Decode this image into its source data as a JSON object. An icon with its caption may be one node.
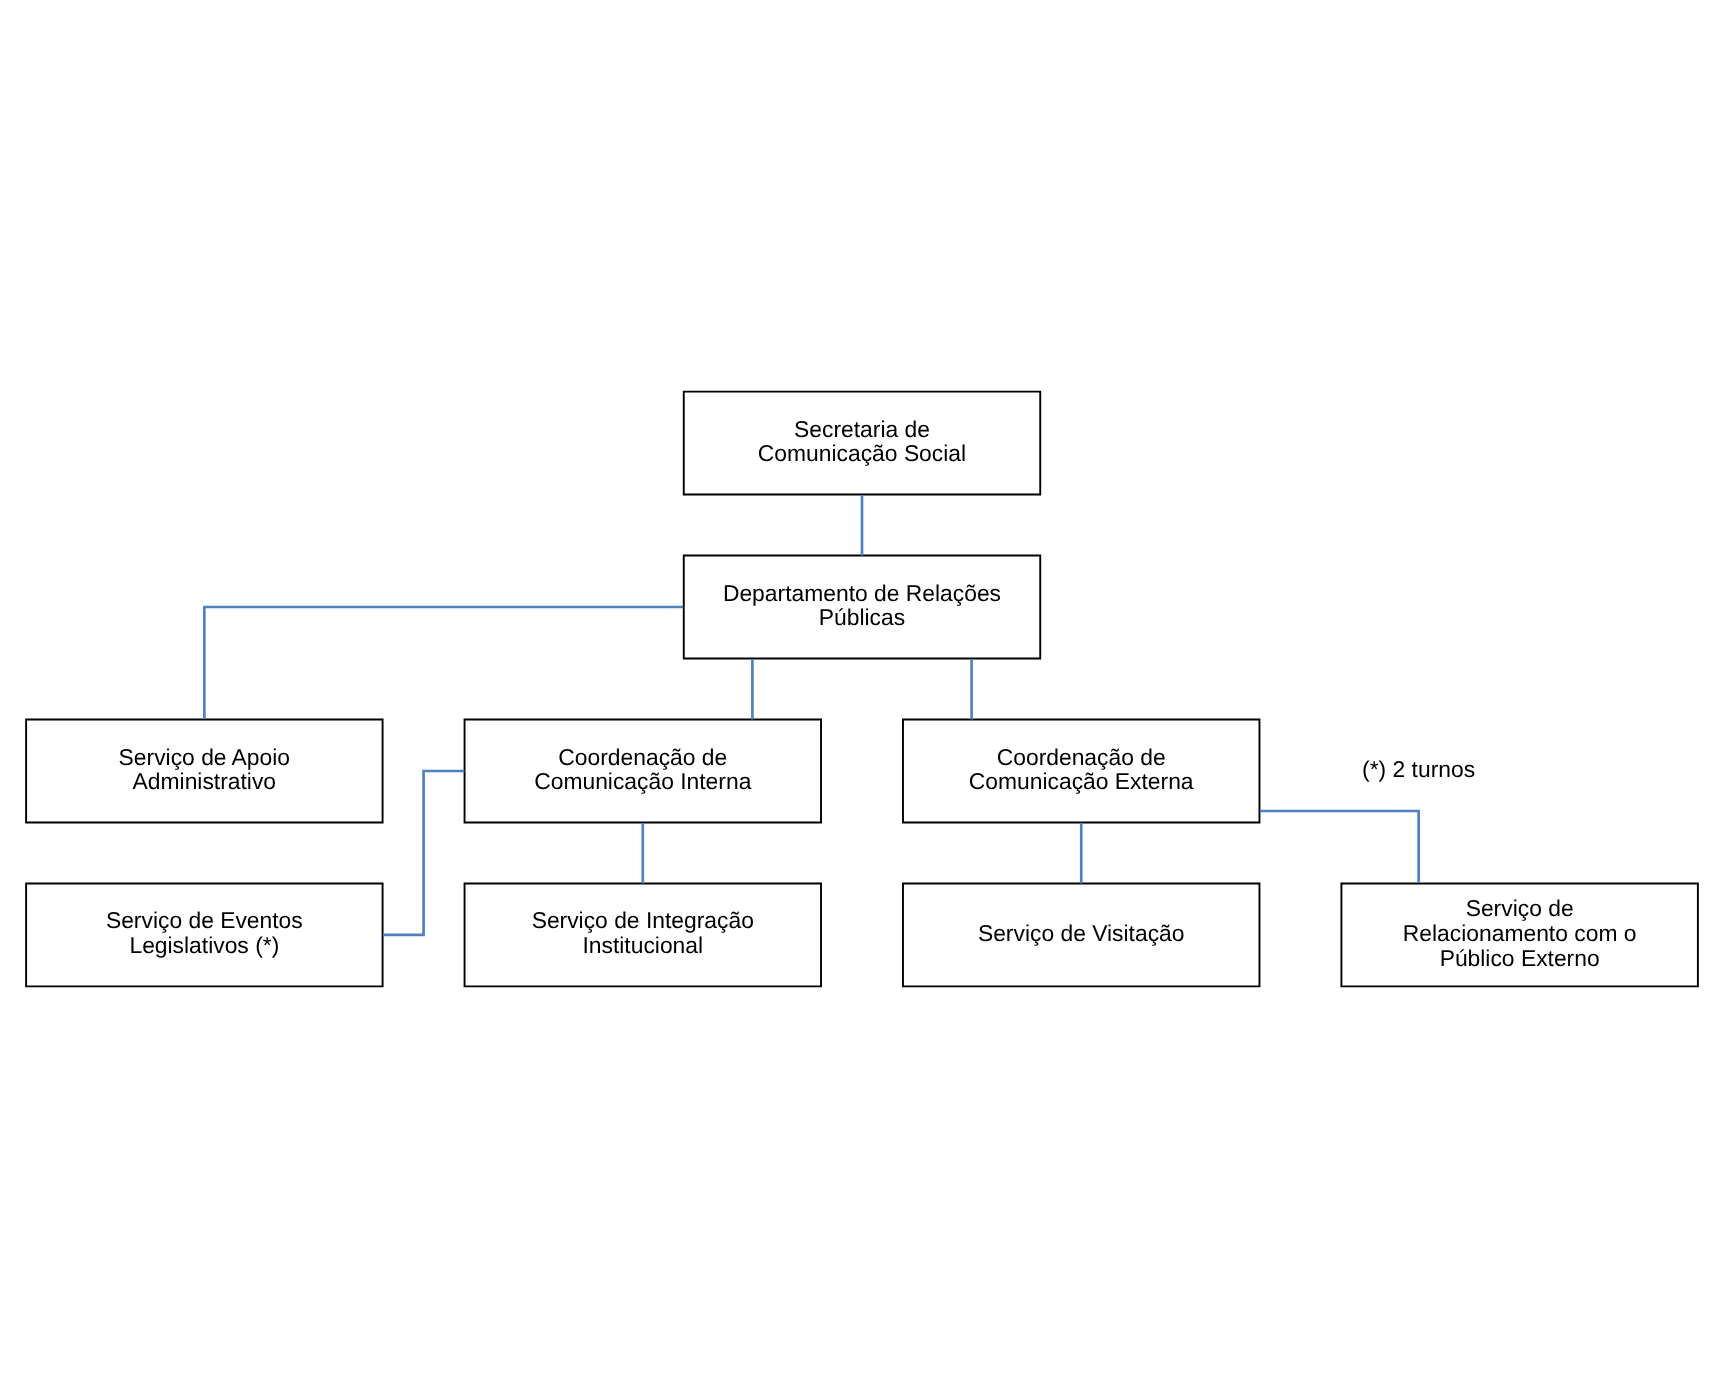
{
  "diagram": {
    "nodes": [
      {
        "text": [
          "Secretaria de Comunicação Social"
        ]
      },
      {
        "text": [
          "Departamento de Relações Públicas"
        ]
      },
      {
        "text": [
          "Serviço de Apoio Administrativo"
        ]
      },
      {
        "text": [
          "Coordenação de Comunicação Interna"
        ]
      },
      {
        "text": [
          "Coordenação de Comunicação Externa"
        ]
      },
      {
        "text": [
          "Serviço de Eventos Legislativos (*)"
        ]
      },
      {
        "text": [
          "Serviço de Integração Institucional"
        ]
      },
      {
        "text": [
          "Serviço de Visitação"
        ]
      },
      {
        "text": [
          "Serviço de Relacionamento com o Público Externo"
        ]
      }
    ],
    "edges": [
      {
        "from": 0,
        "to": 1,
        "arrow": "none"
      },
      {
        "from": 1,
        "to": 2,
        "arrow": "none"
      },
      {
        "from": 1,
        "to": 3,
        "arrow": "none"
      },
      {
        "from": 1,
        "to": 4,
        "arrow": "none"
      },
      {
        "from": 3,
        "to": 5,
        "arrow": "none"
      },
      {
        "from": 3,
        "to": 6,
        "arrow": "none"
      },
      {
        "from": 4,
        "to": 7,
        "arrow": "none"
      },
      {
        "from": 4,
        "to": 8,
        "arrow": "none"
      }
    ],
    "labels": [
      "(*) 2 turnos"
    ]
  }
}
